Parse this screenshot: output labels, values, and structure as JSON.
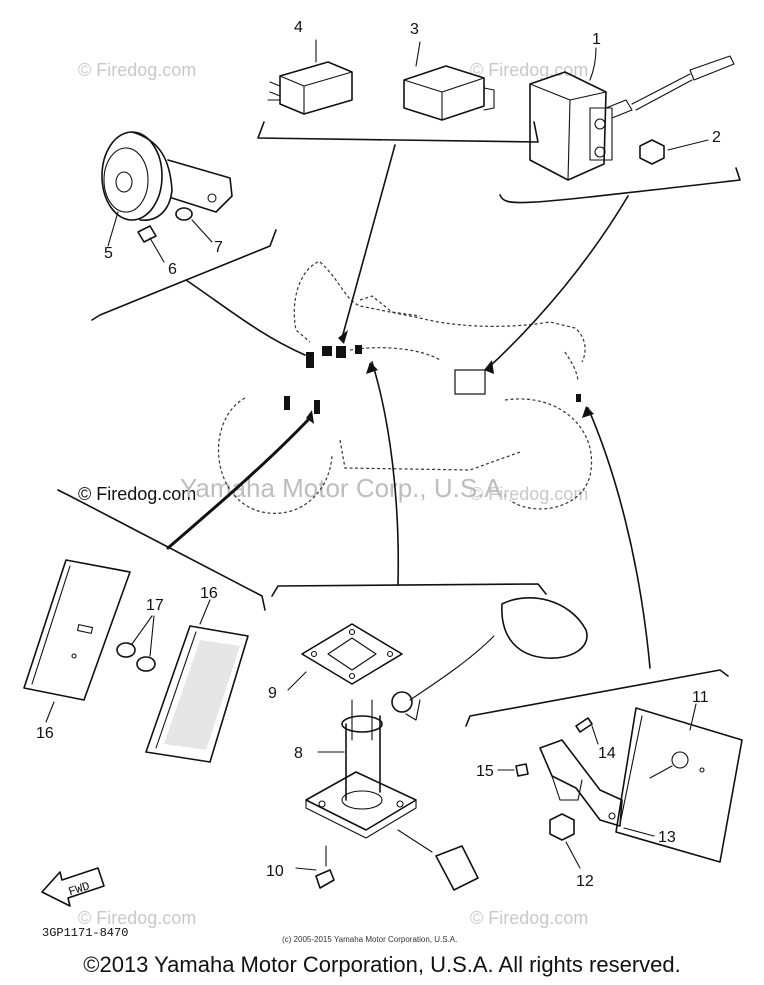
{
  "watermarks": {
    "firedog": "© Firedog.com",
    "big": "Yamaha Motor Corp., U.S.A."
  },
  "part_numbers": [
    "1",
    "2",
    "3",
    "4",
    "5",
    "6",
    "7",
    "8",
    "9",
    "10",
    "11",
    "12",
    "13",
    "14",
    "15",
    "16",
    "16",
    "17"
  ],
  "fwd_label": "FWD",
  "diagram_code": "3GP1171-8470",
  "small_copyright": "(c) 2005-2015 Yamaha Motor Corporation, U.S.A.",
  "footer_copyright": "©2013 Yamaha Motor Corporation, U.S.A. All rights reserved."
}
